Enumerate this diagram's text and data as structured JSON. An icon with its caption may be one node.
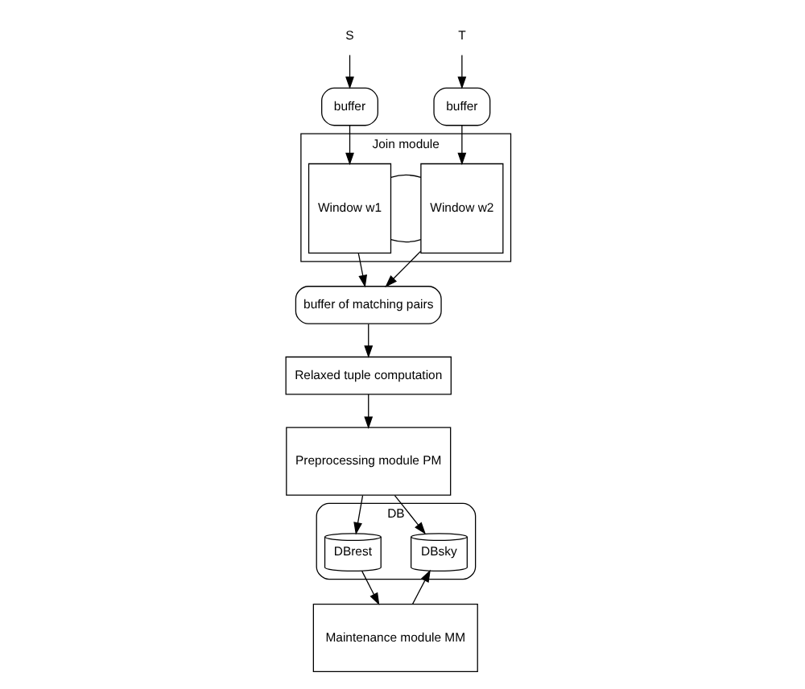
{
  "diagram": {
    "nodes": [
      {
        "text": [
          "S"
        ]
      },
      {
        "text": [
          "T"
        ]
      },
      {
        "text": [
          "buffer"
        ]
      },
      {
        "text": [
          "buffer"
        ]
      },
      {
        "text": [
          "Join module"
        ]
      },
      {
        "text": [
          "Window w1"
        ],
        "in": 4
      },
      {
        "text": [
          "Window w2"
        ],
        "in": 4
      },
      {
        "text": [
          "DB"
        ]
      },
      {
        "text": [
          "DBsky"
        ],
        "in": 7
      },
      {
        "text": [
          "DBrest"
        ],
        "in": 7
      },
      {
        "text": [
          "buffer of matching pairs"
        ]
      },
      {
        "text": [
          "Relaxed tuple computation"
        ]
      },
      {
        "text": [
          "Maintenance module MM"
        ]
      },
      {
        "text": [
          "Preprocessing module PM"
        ]
      }
    ],
    "edges": [
      {
        "from": 0,
        "to": 2,
        "arrow": "to"
      },
      {
        "from": 1,
        "to": 3,
        "arrow": "to"
      },
      {
        "from": 2,
        "to": 5,
        "arrow": "to"
      },
      {
        "from": 3,
        "to": 6,
        "arrow": "to"
      },
      {
        "from": 5,
        "to": 6,
        "arrow": "none"
      },
      {
        "from": 5,
        "to": 6,
        "arrow": "none"
      },
      {
        "from": 5,
        "to": 10,
        "arrow": "to"
      },
      {
        "from": 6,
        "to": 10,
        "arrow": "to"
      },
      {
        "from": 10,
        "to": 11,
        "arrow": "to"
      },
      {
        "from": 11,
        "to": 13,
        "arrow": "to"
      },
      {
        "from": 12,
        "to": 8,
        "arrow": "to"
      },
      {
        "from": 9,
        "to": 12,
        "arrow": "to"
      },
      {
        "from": 13,
        "to": 8,
        "arrow": "to"
      },
      {
        "from": 13,
        "to": 9,
        "arrow": "to"
      }
    ]
  }
}
